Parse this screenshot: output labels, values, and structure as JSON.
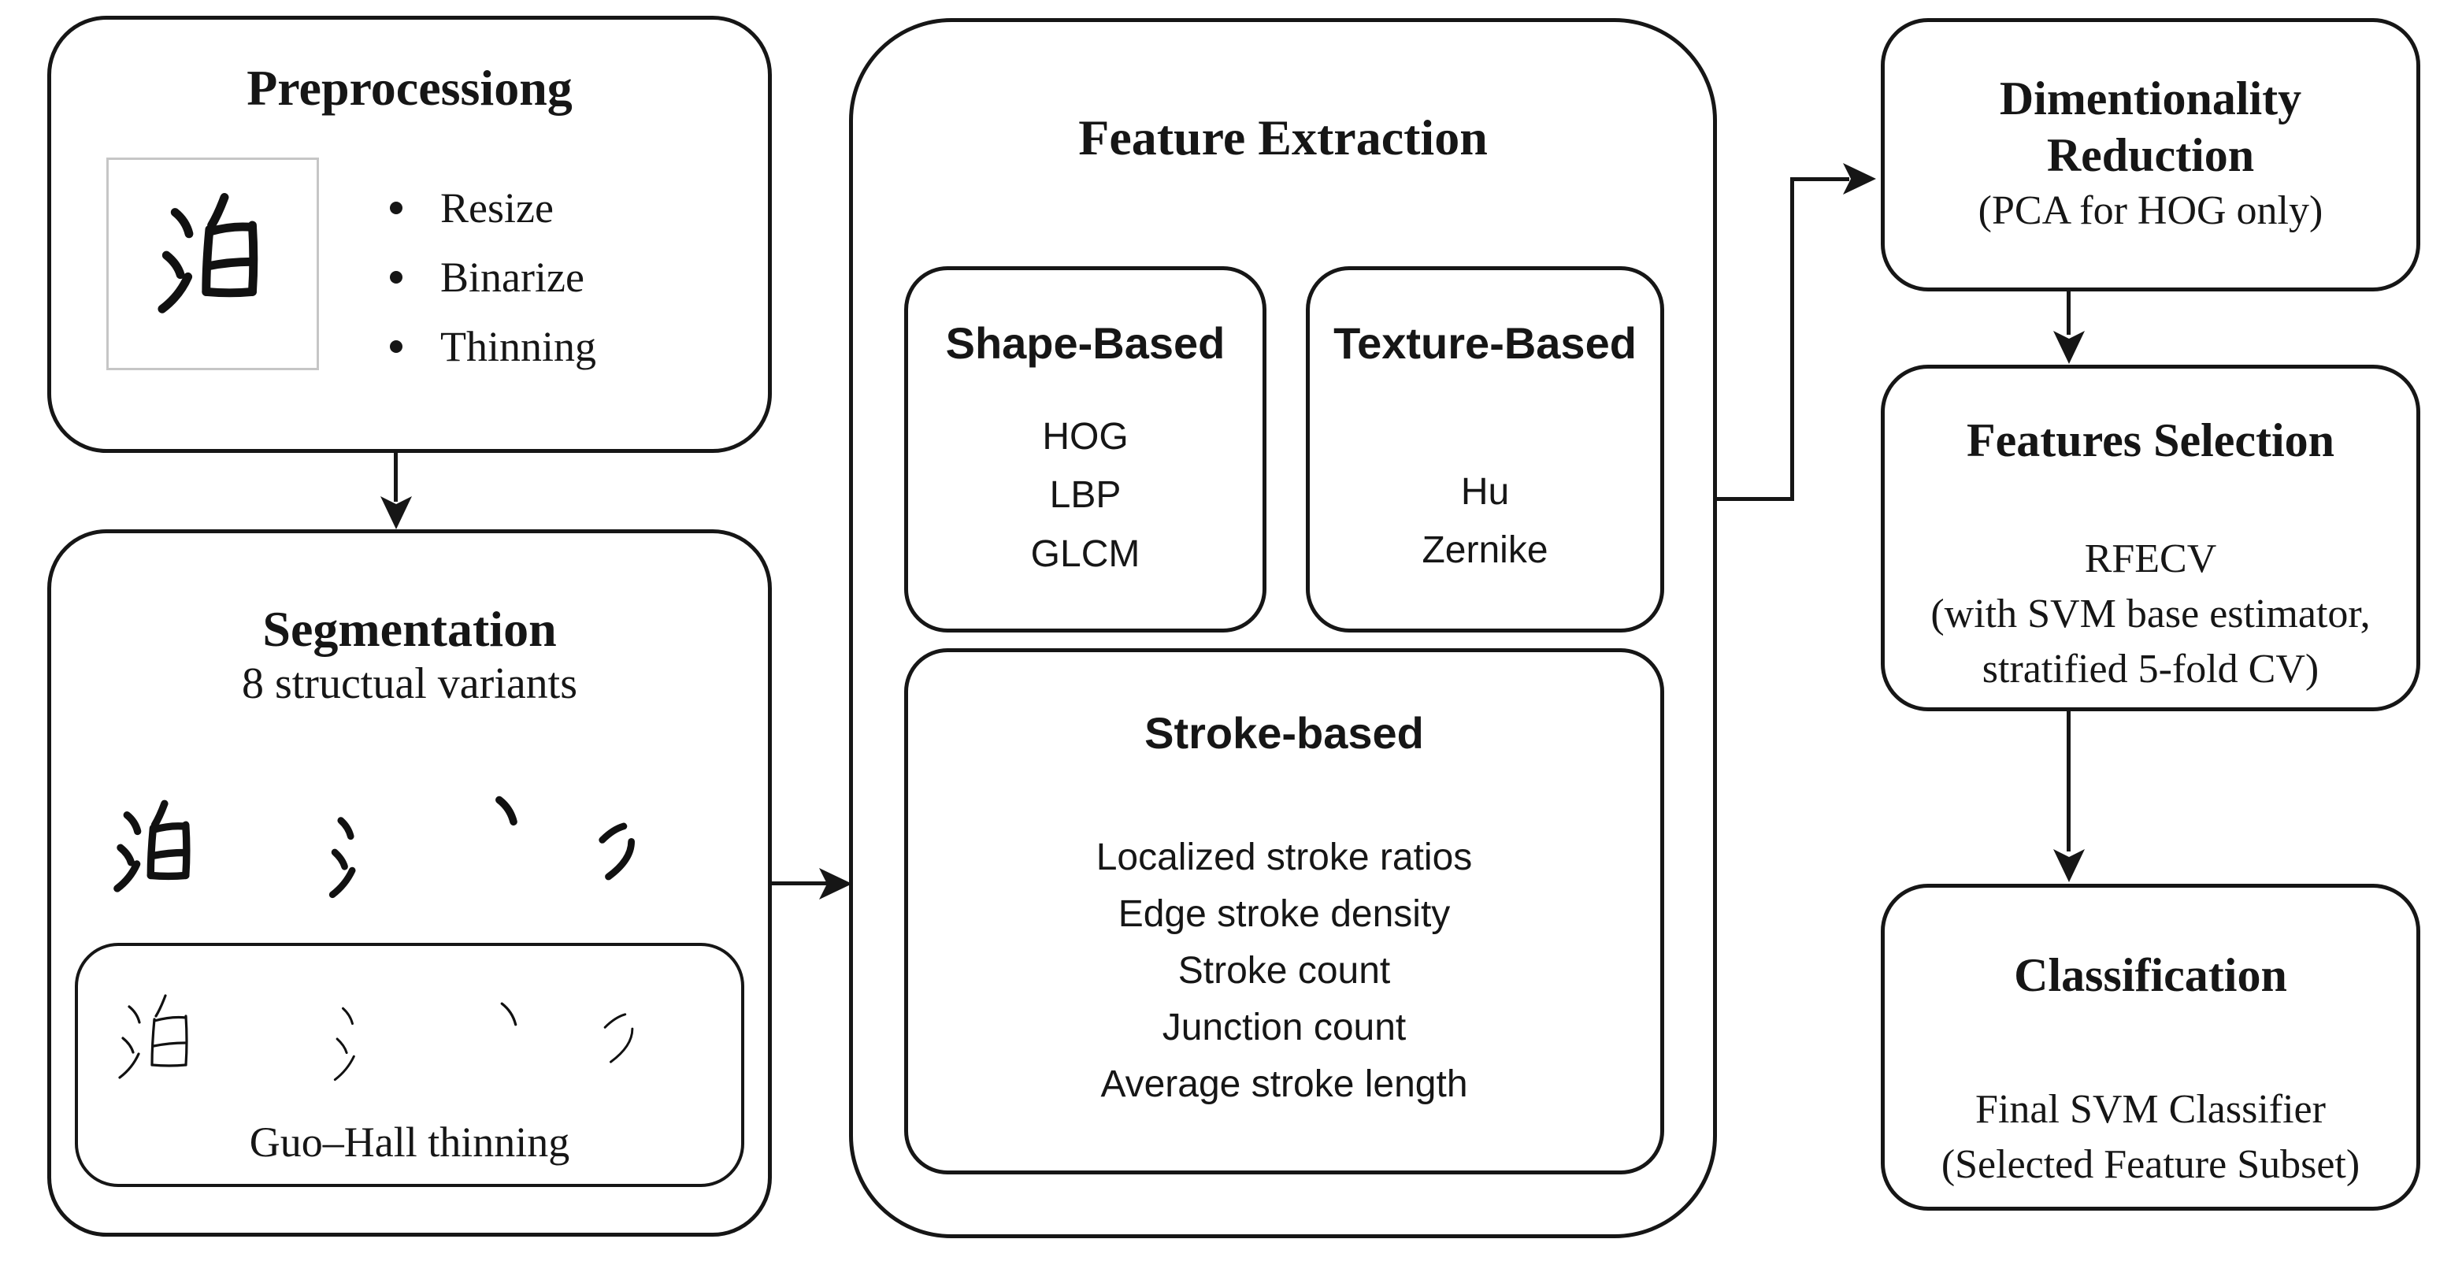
{
  "colors": {
    "line": "#161616",
    "background": "#ffffff",
    "frame_border": "#c6c6c6"
  },
  "nodes": {
    "preprocessing": {
      "title": "Preprocessiong",
      "bullets": [
        "Resize",
        "Binarize",
        "Thinning"
      ]
    },
    "segmentation": {
      "title": "Segmentation",
      "subtitle": "8 structual variants",
      "inner_box_label": "Guo–Hall thinning"
    },
    "feature_extraction": {
      "title": "Feature Extraction",
      "shape_based": {
        "title": "Shape-Based",
        "items": [
          "HOG",
          "LBP",
          "GLCM"
        ]
      },
      "texture_based": {
        "title": "Texture-Based",
        "items": [
          "Hu",
          "Zernike"
        ]
      },
      "stroke_based": {
        "title": "Stroke-based",
        "items": [
          "Localized stroke ratios",
          "Edge stroke density",
          "Stroke count",
          "Junction count",
          "Average stroke length"
        ]
      }
    },
    "dimensionality_reduction": {
      "title_line1": "Dimentionality",
      "title_line2": "Reduction",
      "subtitle": "(PCA for HOG only)"
    },
    "features_selection": {
      "title": "Features Selection",
      "body_line1": "RFECV",
      "body_line2": "(with SVM base estimator,",
      "body_line3": "stratified 5-fold CV)"
    },
    "classification": {
      "title": "Classification",
      "body_line1": "Final SVM Classifier",
      "body_line2": "(Selected Feature Subset)"
    }
  },
  "flow": {
    "edges": [
      "preprocessing -> segmentation",
      "segmentation -> feature_extraction",
      "feature_extraction -> dimensionality_reduction",
      "dimensionality_reduction -> features_selection",
      "features_selection -> classification"
    ]
  }
}
